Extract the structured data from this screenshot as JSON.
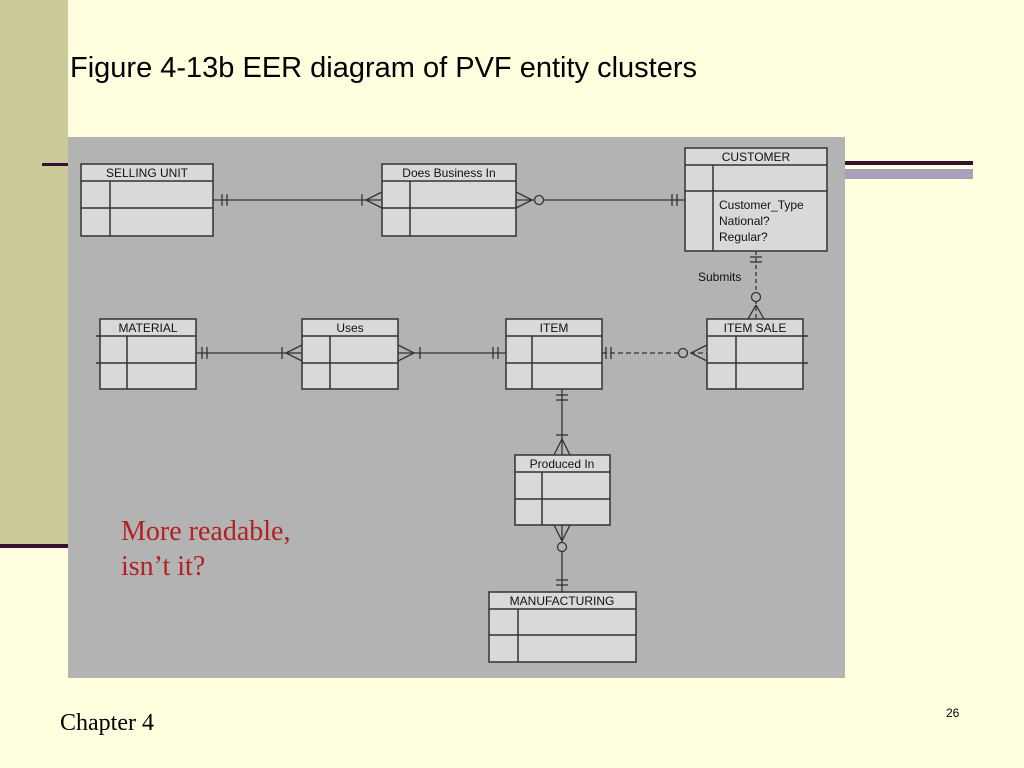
{
  "slide": {
    "title": "Figure 4-13b EER diagram of PVF entity clusters",
    "note_line1": "More readable,",
    "note_line2": "isn’t it?",
    "chapter": "Chapter 4",
    "page_number": "26"
  },
  "diagram": {
    "entities": {
      "selling_unit": "SELLING UNIT",
      "does_business_in": "Does Business In",
      "customer": "CUSTOMER",
      "material": "MATERIAL",
      "uses": "Uses",
      "item": "ITEM",
      "item_sale": "ITEM SALE",
      "produced_in": "Produced In",
      "manufacturing": "MANUFACTURING"
    },
    "customer_attributes": [
      "Customer_Type",
      "National?",
      "Regular?"
    ],
    "relationship_label": "Submits"
  },
  "colors": {
    "background": "#FFFFE0",
    "left_band": "#CBCB99",
    "diagram_bg": "#B3B3B3",
    "entity_fill": "#D9D9D9",
    "note_color": "#B22222"
  }
}
